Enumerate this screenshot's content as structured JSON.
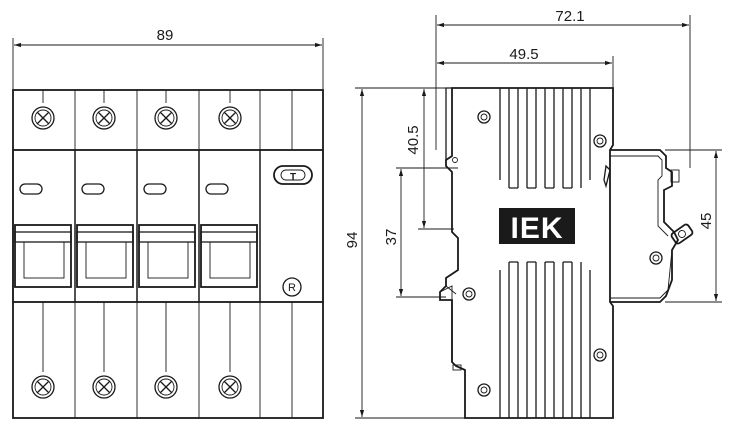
{
  "drawing": {
    "front_view": {
      "width_label": "89",
      "poles": 4,
      "terminal_mark": "T",
      "registered_mark": "R"
    },
    "side_view": {
      "depth_label": "72.1",
      "rail_depth_label": "49.5",
      "height_label": "94",
      "face_height_label": "40.5",
      "rail_height_label": "37",
      "window_height_label": "45",
      "brand_logo": "IEK"
    }
  }
}
